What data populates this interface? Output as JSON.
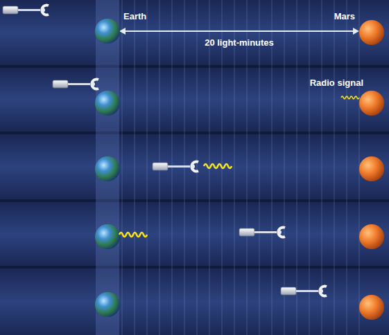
{
  "diagram": {
    "labels": [
      "Earth",
      "Mars",
      "20 light-minutes",
      "Radio signal"
    ]
  }
}
